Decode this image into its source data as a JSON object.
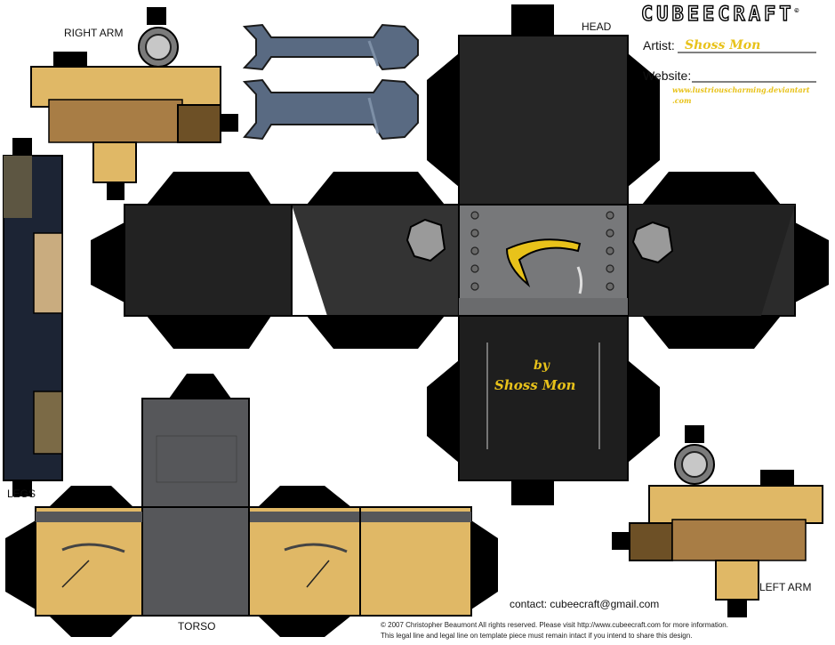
{
  "brand": {
    "logo": "CUBEECRAFT",
    "logo_mark": "©"
  },
  "credits": {
    "artist_label": "Artist:",
    "artist_name": "Shoss Mon",
    "website_label": "Website:",
    "website_url_line1": "www.lustriouscharming.deviantart",
    "website_url_line2": ".com"
  },
  "labels": {
    "head": "HEAD",
    "right_arm": "RIGHT ARM",
    "left_arm": "LEFT ARM",
    "legs": "LEGS",
    "torso": "TORSO"
  },
  "signature": {
    "by": "by",
    "name": "Shoss Mon"
  },
  "contact": "contact: cubeecraft@gmail.com",
  "legal": [
    "© 2007 Christopher Beaumont All rights reserved. Please visit http://www.cubeecraft.com for more information.",
    "This legal line and legal line on template piece must remain intact if you intend to share this design."
  ],
  "colors": {
    "skin": "#e0b866",
    "jacket": "#a87d45",
    "jacket_dark": "#6d5026",
    "head": "#262626",
    "metal": "#77787a",
    "wrench": "#596a82",
    "jeans": "#1c2434",
    "gold": "#e8c21a"
  }
}
